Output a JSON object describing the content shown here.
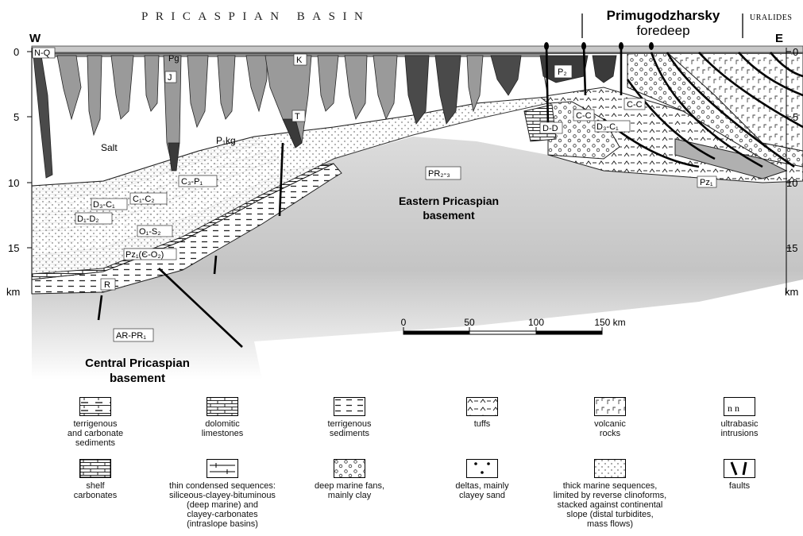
{
  "header": {
    "basin_title": "PRICASPIAN BASIN",
    "foredeep_title_line1": "Primugodzharsky",
    "foredeep_title_line2": "foredeep",
    "uralides": "URALIDES",
    "west": "W",
    "east": "E"
  },
  "depth_axis": {
    "ticks": [
      "0",
      "5",
      "10",
      "15"
    ],
    "unit": "km"
  },
  "units": {
    "nq": "N-Q",
    "pg": "Pg",
    "j": "J",
    "k": "K",
    "t": "T",
    "salt": "Salt",
    "p1kg": "P₁kg",
    "p2": "P₂",
    "c3p1": "C₃-P₁",
    "c1c2": "C₁-C₂",
    "d3c1_left": "D₃-C₁",
    "d1d2": "D₁-D₂",
    "o1s2": "O₁-S₂",
    "pz1": "Pz₁(Є-O₂)",
    "r": "R",
    "arpr1": "AR-PR₁",
    "pr23": "PR₂-₃",
    "dd": "D-D",
    "cc_1": "C-C",
    "cc_2": "C-C",
    "d3c1_right": "D₃-C₁",
    "pz1_right": "Pz₁"
  },
  "basements": {
    "eastern_line1": "Eastern Pricaspian",
    "eastern_line2": "basement",
    "central_line1": "Central Pricaspian",
    "central_line2": "basement"
  },
  "scale_bar": {
    "labels": [
      "0",
      "50",
      "100",
      "150 km"
    ]
  },
  "legend": [
    {
      "pattern": "terrigenous-carbonate",
      "lines": [
        "terrigenous",
        "and carbonate",
        "sediments"
      ]
    },
    {
      "pattern": "dolomitic-limestone",
      "lines": [
        "dolomitic",
        "limestones"
      ]
    },
    {
      "pattern": "terrigenous",
      "lines": [
        "terrigenous",
        "sediments"
      ]
    },
    {
      "pattern": "tuffs",
      "lines": [
        "tuffs"
      ]
    },
    {
      "pattern": "volcanic",
      "lines": [
        "volcanic",
        "rocks"
      ]
    },
    {
      "pattern": "ultrabasic",
      "lines": [
        "ultrabasic",
        "intrusions"
      ]
    },
    {
      "pattern": "shelf-carbonates",
      "lines": [
        "shelf",
        "carbonates"
      ]
    },
    {
      "pattern": "thin-condensed",
      "lines": [
        "thin condensed sequences:",
        "siliceous-clayey-bituminous",
        "(deep marine) and",
        "clayey-carbonates",
        "(intraslope basins)"
      ]
    },
    {
      "pattern": "deep-marine-fans",
      "lines": [
        "deep marine fans,",
        "mainly clay"
      ]
    },
    {
      "pattern": "deltas",
      "lines": [
        "deltas, mainly",
        "clayey sand"
      ]
    },
    {
      "pattern": "thick-marine",
      "lines": [
        "thick marine sequences,",
        "limited by reverse clinoforms,",
        "stacked against continental",
        "slope (distal turbidites,",
        "mass flows)"
      ]
    },
    {
      "pattern": "faults",
      "lines": [
        "faults"
      ]
    }
  ]
}
